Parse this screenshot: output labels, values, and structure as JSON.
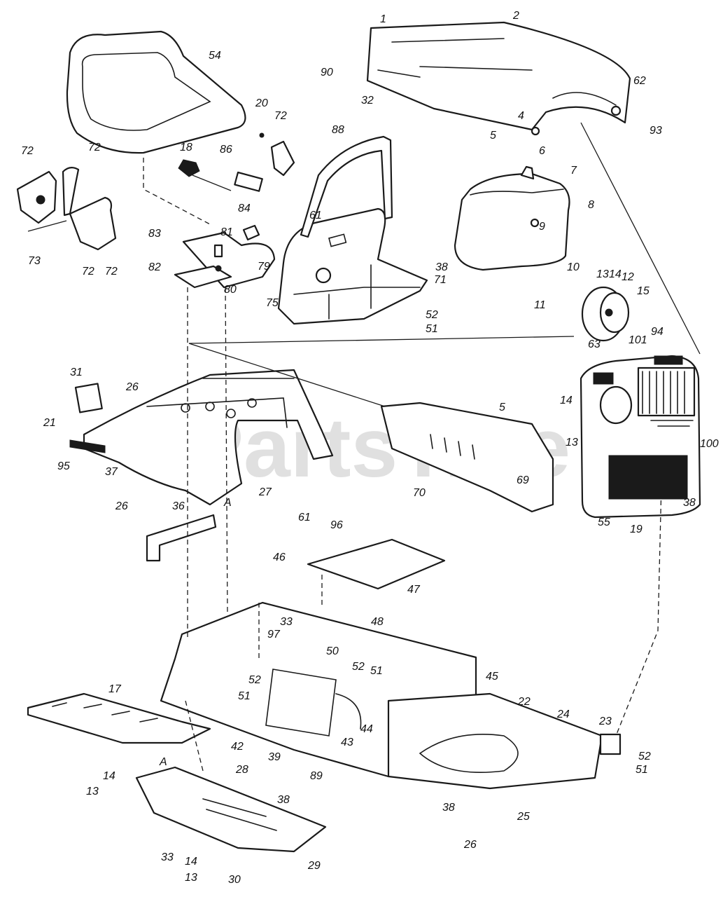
{
  "watermark": "PartsTree",
  "callouts": [
    {
      "id": "c1",
      "label": "1"
    },
    {
      "id": "c2",
      "label": "2"
    },
    {
      "id": "c54",
      "label": "54"
    },
    {
      "id": "c90",
      "label": "90"
    },
    {
      "id": "c32",
      "label": "32"
    },
    {
      "id": "c62",
      "label": "62"
    },
    {
      "id": "c93",
      "label": "93"
    },
    {
      "id": "c20",
      "label": "20"
    },
    {
      "id": "c72a",
      "label": "72"
    },
    {
      "id": "c88",
      "label": "88"
    },
    {
      "id": "c4",
      "label": "4"
    },
    {
      "id": "c5a",
      "label": "5"
    },
    {
      "id": "c6",
      "label": "6"
    },
    {
      "id": "c72b",
      "label": "72"
    },
    {
      "id": "c72c",
      "label": "72"
    },
    {
      "id": "c18",
      "label": "18"
    },
    {
      "id": "c86",
      "label": "86"
    },
    {
      "id": "c7",
      "label": "7"
    },
    {
      "id": "c8",
      "label": "8"
    },
    {
      "id": "c9",
      "label": "9"
    },
    {
      "id": "c84",
      "label": "84"
    },
    {
      "id": "c61a",
      "label": "61"
    },
    {
      "id": "c83",
      "label": "83"
    },
    {
      "id": "c81",
      "label": "81"
    },
    {
      "id": "c79",
      "label": "79"
    },
    {
      "id": "c82",
      "label": "82"
    },
    {
      "id": "c80",
      "label": "80"
    },
    {
      "id": "c75",
      "label": "75"
    },
    {
      "id": "c38a",
      "label": "38"
    },
    {
      "id": "c71",
      "label": "71"
    },
    {
      "id": "c52a",
      "label": "52"
    },
    {
      "id": "c51a",
      "label": "51"
    },
    {
      "id": "c10",
      "label": "10"
    },
    {
      "id": "c11",
      "label": "11"
    },
    {
      "id": "c13a",
      "label": "13"
    },
    {
      "id": "c14a",
      "label": "14"
    },
    {
      "id": "c12",
      "label": "12"
    },
    {
      "id": "c15",
      "label": "15"
    },
    {
      "id": "c73",
      "label": "73"
    },
    {
      "id": "c72d",
      "label": "72"
    },
    {
      "id": "c72e",
      "label": "72"
    },
    {
      "id": "c63",
      "label": "63"
    },
    {
      "id": "c101",
      "label": "101"
    },
    {
      "id": "c94",
      "label": "94"
    },
    {
      "id": "c31",
      "label": "31"
    },
    {
      "id": "c26a",
      "label": "26"
    },
    {
      "id": "c21",
      "label": "21"
    },
    {
      "id": "c5b",
      "label": "5"
    },
    {
      "id": "c14b",
      "label": "14"
    },
    {
      "id": "c13b",
      "label": "13"
    },
    {
      "id": "c100",
      "label": "100"
    },
    {
      "id": "c95",
      "label": "95"
    },
    {
      "id": "c37",
      "label": "37"
    },
    {
      "id": "cA1",
      "label": "A"
    },
    {
      "id": "c27",
      "label": "27"
    },
    {
      "id": "c70",
      "label": "70"
    },
    {
      "id": "c69",
      "label": "69"
    },
    {
      "id": "c38b",
      "label": "38"
    },
    {
      "id": "c55",
      "label": "55"
    },
    {
      "id": "c19",
      "label": "19"
    },
    {
      "id": "c26b",
      "label": "26"
    },
    {
      "id": "c36",
      "label": "36"
    },
    {
      "id": "c61b",
      "label": "61"
    },
    {
      "id": "c96",
      "label": "96"
    },
    {
      "id": "c46",
      "label": "46"
    },
    {
      "id": "c47",
      "label": "47"
    },
    {
      "id": "c48",
      "label": "48"
    },
    {
      "id": "c33a",
      "label": "33"
    },
    {
      "id": "c97",
      "label": "97"
    },
    {
      "id": "c50",
      "label": "50"
    },
    {
      "id": "c52b",
      "label": "52"
    },
    {
      "id": "c51b",
      "label": "51"
    },
    {
      "id": "c52c",
      "label": "52"
    },
    {
      "id": "c51c",
      "label": "51"
    },
    {
      "id": "c45",
      "label": "45"
    },
    {
      "id": "c17",
      "label": "17"
    },
    {
      "id": "c22",
      "label": "22"
    },
    {
      "id": "c24",
      "label": "24"
    },
    {
      "id": "c23",
      "label": "23"
    },
    {
      "id": "c44",
      "label": "44"
    },
    {
      "id": "c42",
      "label": "42"
    },
    {
      "id": "c43",
      "label": "43"
    },
    {
      "id": "c39",
      "label": "39"
    },
    {
      "id": "c52d",
      "label": "52"
    },
    {
      "id": "c51d",
      "label": "51"
    },
    {
      "id": "cA2",
      "label": "A"
    },
    {
      "id": "c28",
      "label": "28"
    },
    {
      "id": "c89",
      "label": "89"
    },
    {
      "id": "c14c",
      "label": "14"
    },
    {
      "id": "c13c",
      "label": "13"
    },
    {
      "id": "c38c",
      "label": "38"
    },
    {
      "id": "c38d",
      "label": "38"
    },
    {
      "id": "c25",
      "label": "25"
    },
    {
      "id": "c26c",
      "label": "26"
    },
    {
      "id": "c33b",
      "label": "33"
    },
    {
      "id": "c14d",
      "label": "14"
    },
    {
      "id": "c13d",
      "label": "13"
    },
    {
      "id": "c29",
      "label": "29"
    },
    {
      "id": "c30",
      "label": "30"
    }
  ]
}
